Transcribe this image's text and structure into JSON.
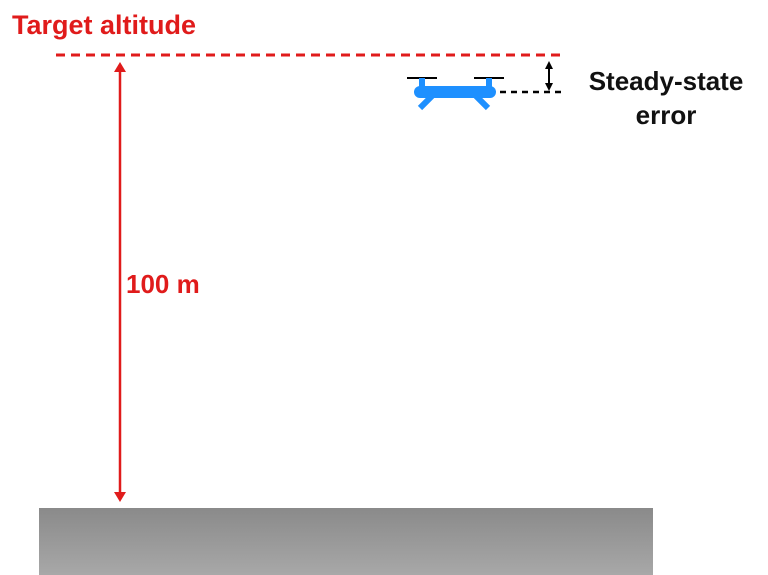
{
  "labels": {
    "target_altitude": "Target altitude",
    "distance": "100 m",
    "steady_state_error_line1": "Steady-state",
    "steady_state_error_line2": "error"
  },
  "colors": {
    "target": "#e01b1b",
    "drone": "#1e90ff",
    "ground_top": "#8a8a8a",
    "ground_bottom": "#a8a8a8",
    "error_marker": "#000000"
  },
  "icons": {
    "drone": "quadcopter-icon"
  }
}
